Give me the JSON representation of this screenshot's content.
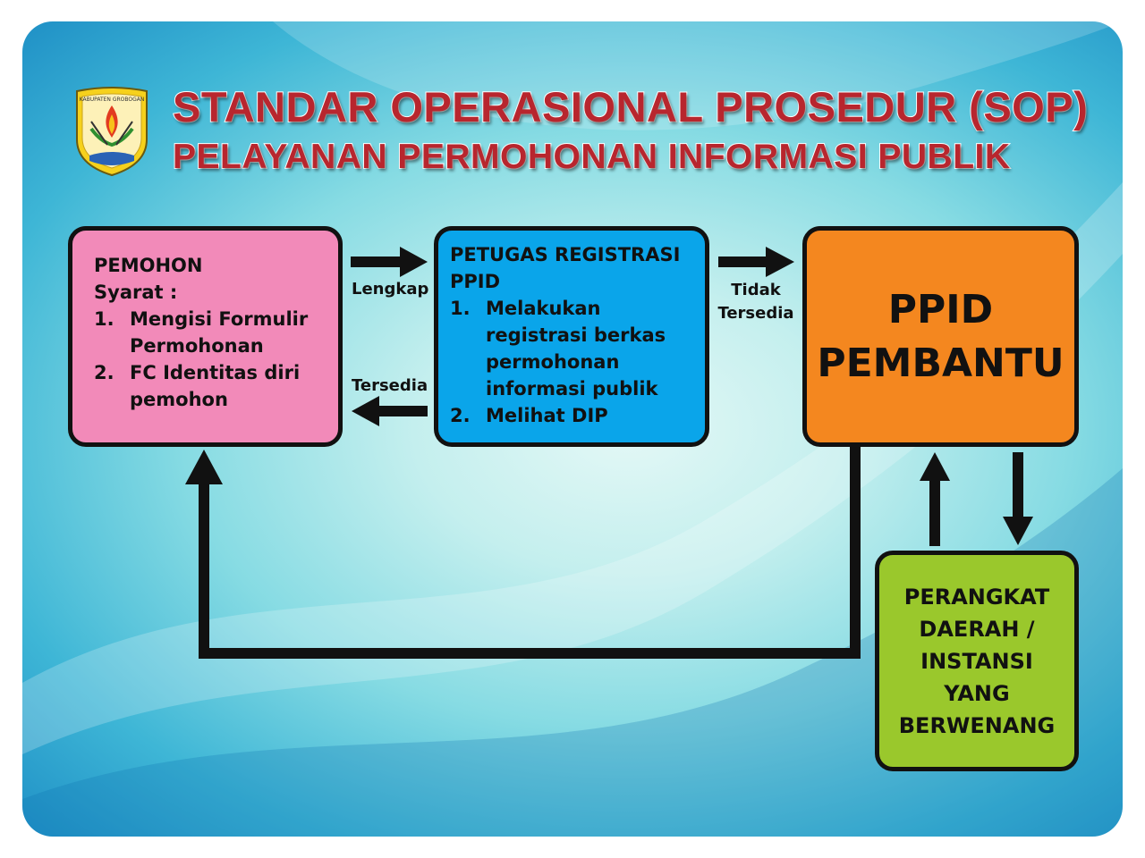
{
  "title": {
    "line1": "STANDAR OPERASIONAL PROSEDUR (SOP)",
    "line2": "PELAYANAN PERMOHONAN INFORMASI PUBLIK"
  },
  "logo": {
    "icon": "regency-emblem-icon",
    "text": "KABUPATEN GROBOGAN"
  },
  "pemohon": {
    "heading": "PEMOHON",
    "subheading": "Syarat :",
    "items": [
      {
        "num": "1.",
        "text": "Mengisi Formulir Permohonan"
      },
      {
        "num": "2.",
        "text": "FC Identitas diri pemohon"
      }
    ]
  },
  "petugas": {
    "heading": "PETUGAS REGISTRASI PPID",
    "items": [
      {
        "num": "1.",
        "text": "Melakukan registrasi berkas permohonan informasi publik"
      },
      {
        "num": "2.",
        "text": "Melihat DIP"
      }
    ]
  },
  "ppid": {
    "line1": "PPID",
    "line2": "PEMBANTU"
  },
  "perangkat": {
    "lines": [
      "PERANGKAT",
      "DAERAH /",
      "INSTANSI",
      "YANG",
      "BERWENANG"
    ]
  },
  "labels": {
    "lengkap": "Lengkap",
    "tersedia": "Tersedia",
    "tidak": "Tidak",
    "tidak_tersedia": "Tersedia"
  },
  "colors": {
    "pemohon": "#f28ab9",
    "petugas": "#0aa5ea",
    "ppid": "#f4871f",
    "perangkat": "#9ac82c",
    "title": "#b8262e"
  }
}
